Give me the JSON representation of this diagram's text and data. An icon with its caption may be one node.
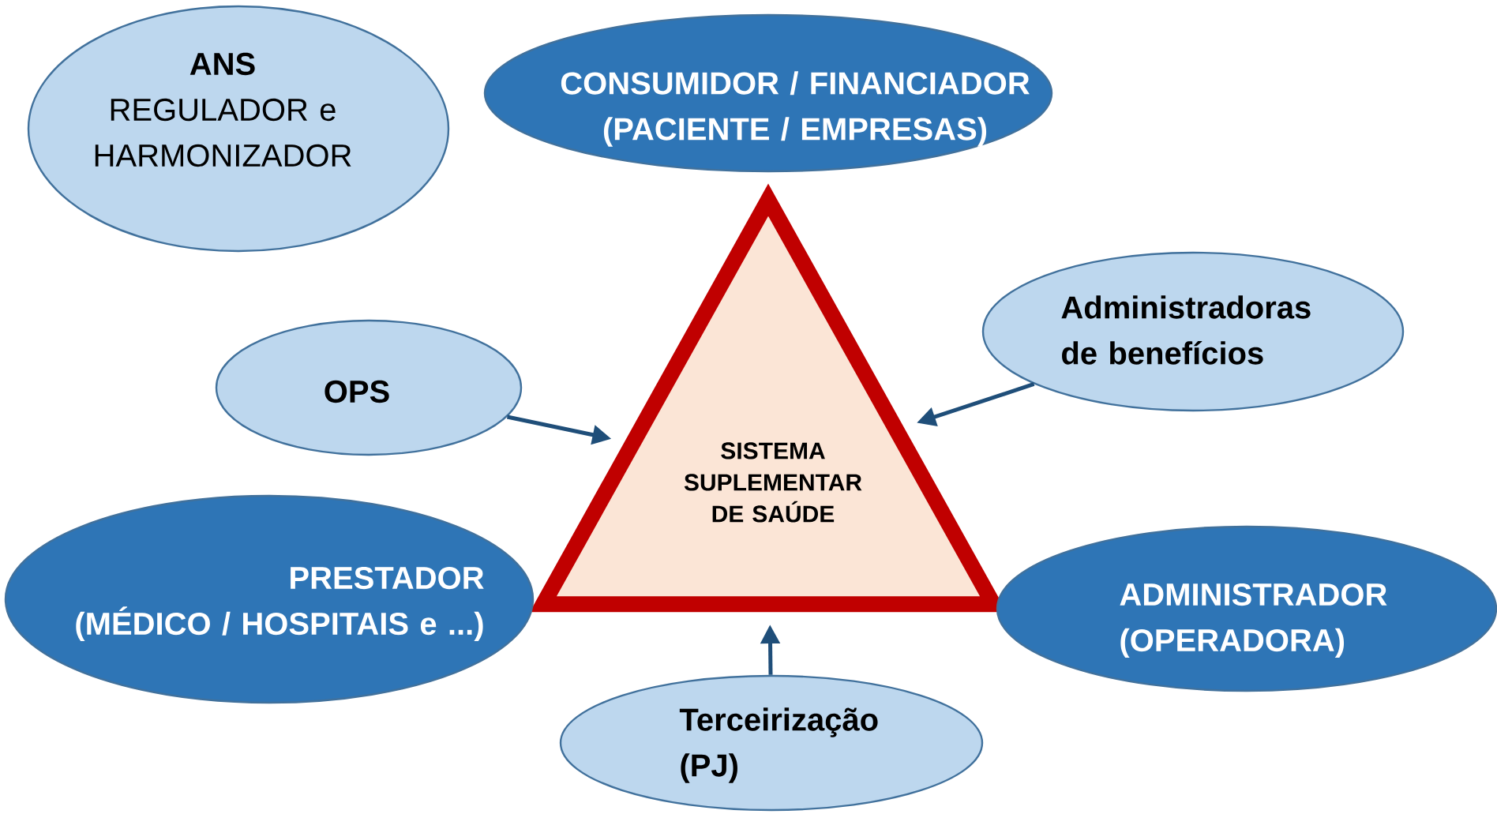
{
  "diagram": {
    "nodes": [
      {
        "text": [
          "ANS",
          "REGULADOR e HARMONIZADOR"
        ]
      },
      {
        "text": [
          "CONSUMIDOR / FINANCIADOR",
          "(PACIENTE / EMPRESAS)"
        ]
      },
      {
        "text": [
          "SISTEMA SUPLEMENTAR DE SAÚDE"
        ]
      },
      {
        "text": [
          "OPS"
        ]
      },
      {
        "text": [
          "Administradoras de benefícios"
        ]
      },
      {
        "text": [
          "PRESTADOR",
          "(MÉDICO /  HOSPITAIS e ...)"
        ]
      },
      {
        "text": [
          "ADMINISTRADOR",
          "(OPERADORA)"
        ]
      },
      {
        "text": [
          "Terceirização (PJ)"
        ]
      }
    ],
    "edges": [
      {
        "from": 3,
        "to": 2,
        "arrow": "to"
      },
      {
        "from": 4,
        "to": 2,
        "arrow": "to"
      },
      {
        "from": 7,
        "to": 2,
        "arrow": "to"
      }
    ]
  }
}
